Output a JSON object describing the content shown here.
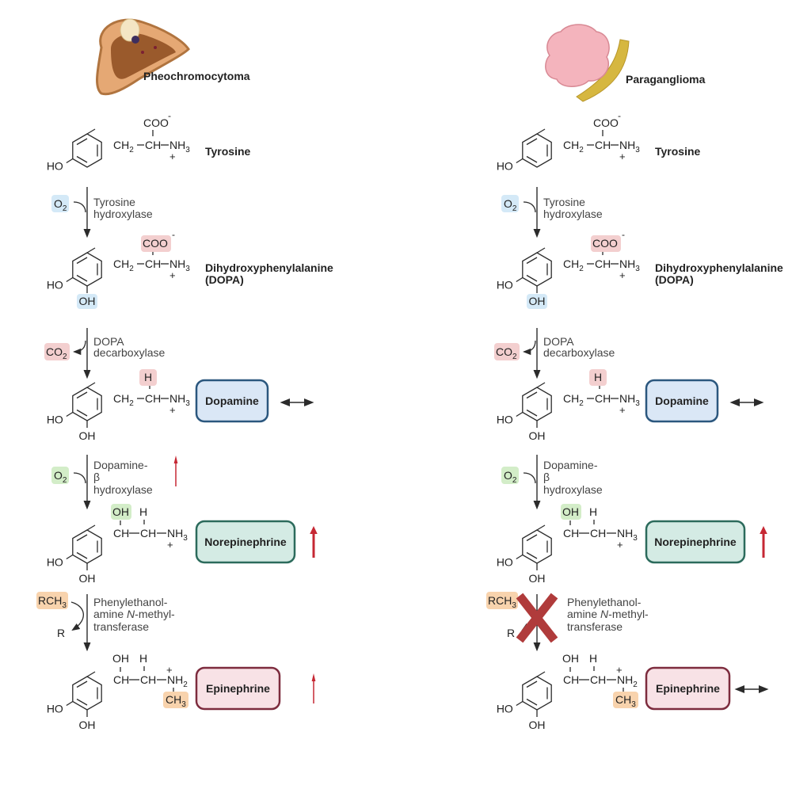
{
  "colors": {
    "line": "#2b2b2b",
    "label_text": "#444444",
    "o2_blue_bg": "#d4e9f7",
    "o2_green_bg": "#d3edc8",
    "co2_red_bg": "#f3cfcf",
    "methyl_orange_bg": "#f8d3ad",
    "dopamine_fill": "#dae7f6",
    "dopamine_stroke": "#2b577e",
    "norepinephrine_fill": "#d4ebe4",
    "norepinephrine_stroke": "#2c6b5c",
    "epinephrine_fill": "#f8e2e6",
    "epinephrine_stroke": "#7d2c3e",
    "arrow_up_red": "#c62834",
    "block_cross": "#b03b3b"
  },
  "chem": {
    "coo": "COO",
    "minus": "-",
    "ch": "CH",
    "ch2": "CH",
    "two": "2",
    "nh": "NH",
    "three": "3",
    "plus": "+",
    "ho": "HO",
    "oh": "OH",
    "h": "H",
    "o": "O",
    "co": "CO",
    "rch": "RCH",
    "r": "R",
    "c": "C",
    "dash": "—"
  },
  "left": {
    "tumor_label": "Pheochromocytoma",
    "tumor_icon": "adrenal-gland-tumor-icon",
    "tyrosine": "Tyrosine",
    "dopa_line1": "Dihydroxyphenylalanine",
    "dopa_line2": "(DOPA)",
    "step1": {
      "line1": "Tyrosine",
      "line2": "hydroxylase"
    },
    "step2": {
      "line1": "DOPA",
      "line2": "decarboxylase"
    },
    "step3": {
      "line1": "Dopamine-",
      "line2": "β",
      "line3": "hydroxylase"
    },
    "step4": {
      "line1": "Phenylethanol-",
      "line2a": "amine ",
      "line2b": "N",
      "line2c": "-methyl-",
      "line3": "transferase"
    },
    "dopamine": "Dopamine",
    "norepinephrine": "Norepinephrine",
    "epinephrine": "Epinephrine",
    "dopamine_level": "unchanged",
    "dopamine_step_level": "increased",
    "norepinephrine_level": "increased",
    "epinephrine_level": "increased",
    "pnmt_blocked": false
  },
  "right": {
    "tumor_label": "Paraganglioma",
    "tumor_icon": "paraganglia-tumor-icon",
    "tyrosine": "Tyrosine",
    "dopa_line1": "Dihydroxyphenylalanine",
    "dopa_line2": "(DOPA)",
    "step1": {
      "line1": "Tyrosine",
      "line2": "hydroxylase"
    },
    "step2": {
      "line1": "DOPA",
      "line2": "decarboxylase"
    },
    "step3": {
      "line1": "Dopamine-",
      "line2": "β",
      "line3": "hydroxylase"
    },
    "step4": {
      "line1": "Phenylethanol-",
      "line2a": "amine ",
      "line2b": "N",
      "line2c": "-methyl-",
      "line3": "transferase"
    },
    "dopamine": "Dopamine",
    "norepinephrine": "Norepinephrine",
    "epinephrine": "Epinephrine",
    "dopamine_level": "unchanged",
    "norepinephrine_level": "increased",
    "epinephrine_level": "unchanged",
    "pnmt_blocked": true
  }
}
